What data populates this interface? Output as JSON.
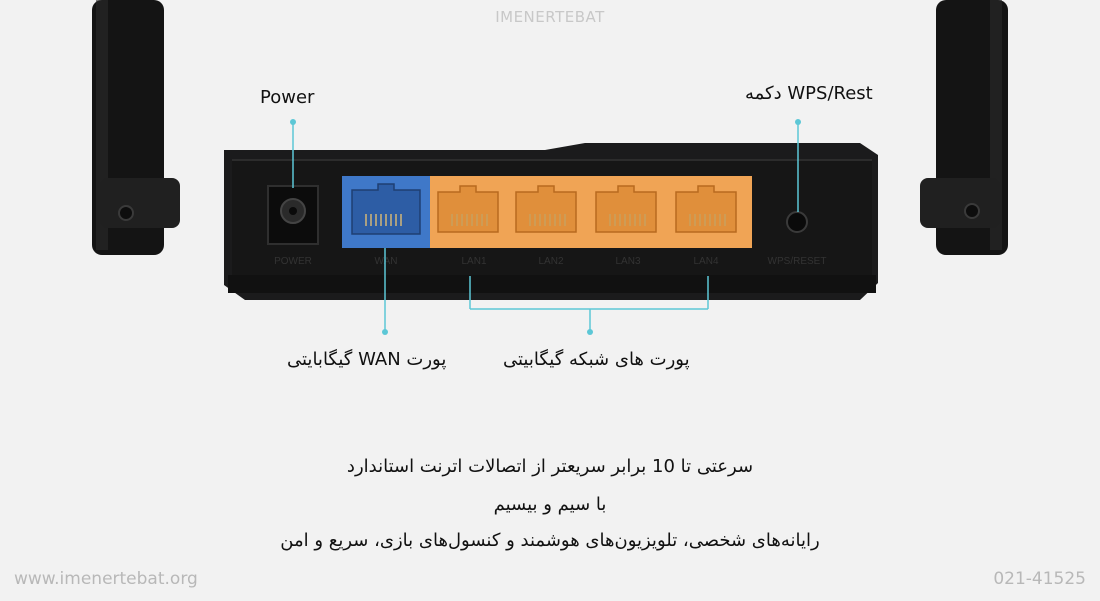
{
  "watermark": "IMENERTEBAT",
  "callouts": {
    "power": "Power",
    "wps_reset": "دکمه WPS/Rest",
    "wan": "پورت WAN گیگابایتی",
    "lan": "پورت های شبکه گیگابیتی"
  },
  "panel_labels": {
    "power": "POWER",
    "wan": "WAN",
    "lan1": "LAN1",
    "lan2": "LAN2",
    "lan3": "LAN3",
    "lan4": "LAN4",
    "wps_reset": "WPS/RESET"
  },
  "description": [
    "سرعتی تا 10 برابر سریعتر از اتصالات اترنت استاندارد",
    "با سیم و بیسیم",
    "رایانه‌های شخصی، تلویزیون‌های هوشمند و کنسول‌های بازی، سریع و امن"
  ],
  "footer": {
    "website": "www.imenertebat.org",
    "phone": "021-41525"
  },
  "colors": {
    "background": "#f2f2f2",
    "router_body": "#1b1b1c",
    "wan_port": "#3f78c8",
    "lan_ports": "#f0a455",
    "callout_line": "#5cc7d6"
  }
}
